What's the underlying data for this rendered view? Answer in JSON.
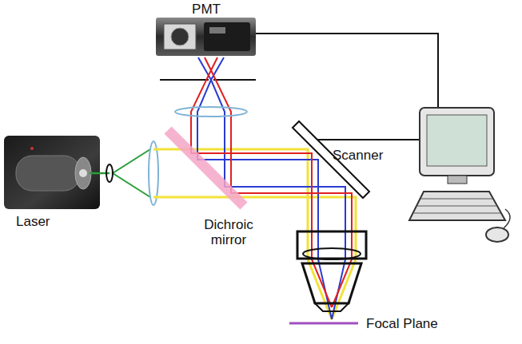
{
  "diagram": {
    "labels": [
      "PMT",
      "Laser",
      "Dichroic mirror",
      "Scanner",
      "Focal Plane"
    ]
  }
}
